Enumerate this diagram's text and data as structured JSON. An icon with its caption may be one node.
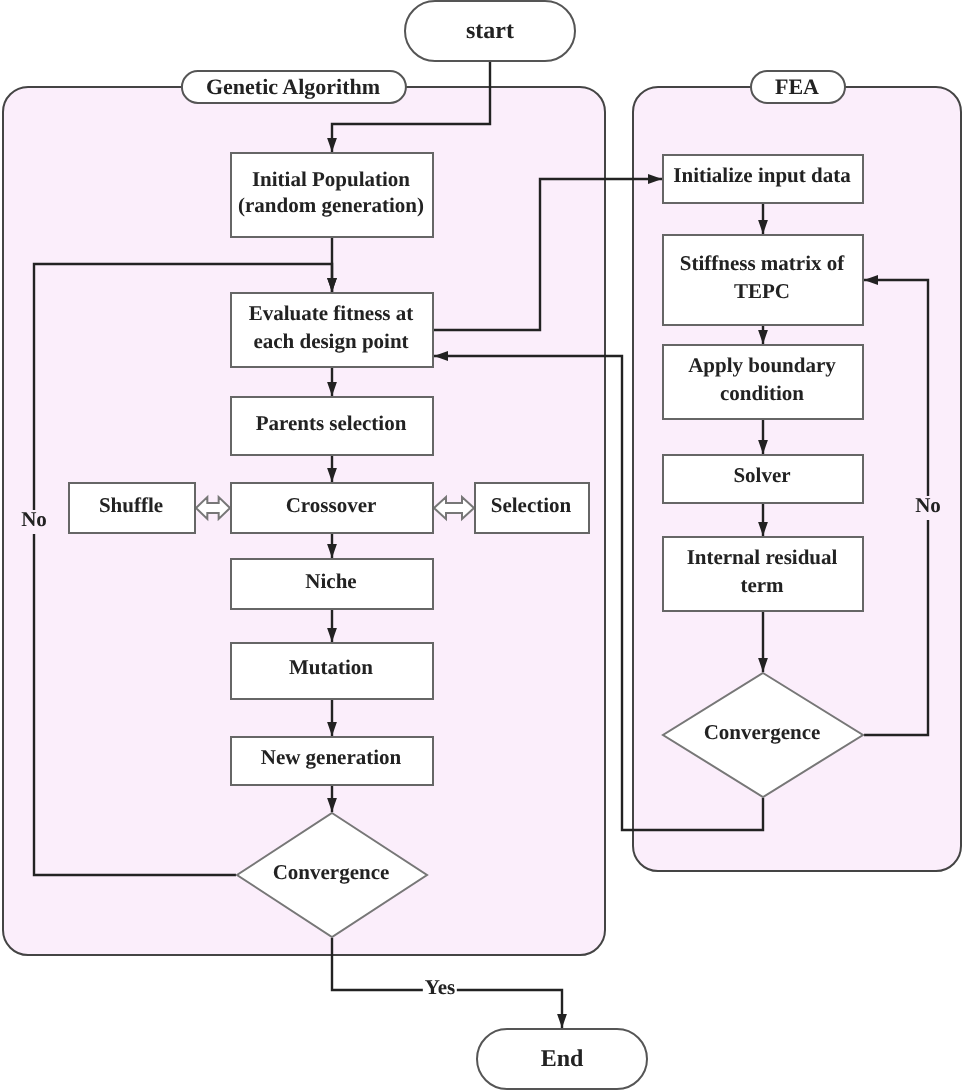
{
  "diagram": {
    "nodes": [
      {
        "text": [
          "start"
        ]
      },
      {
        "text": [
          "Genetic Algorithm"
        ]
      },
      {
        "text": [
          "Initial Population (random generation)"
        ],
        "in": 1
      },
      {
        "text": [
          "Evaluate fitness at each design point"
        ],
        "in": 1
      },
      {
        "text": [
          "Parents selection"
        ],
        "in": 1
      },
      {
        "text": [
          "Shuffle"
        ],
        "in": 1
      },
      {
        "text": [
          "Crossover"
        ],
        "in": 1
      },
      {
        "text": [
          "Selection"
        ],
        "in": 1
      },
      {
        "text": [
          "Niche"
        ],
        "in": 1
      },
      {
        "text": [
          "Mutation"
        ],
        "in": 1
      },
      {
        "text": [
          "New generation"
        ],
        "in": 1
      },
      {
        "text": [
          "Convergence"
        ],
        "in": 1
      },
      {
        "text": [
          "FEA"
        ]
      },
      {
        "text": [
          "Initialize input data"
        ],
        "in": 12
      },
      {
        "text": [
          "Stiffness matrix of TEPC"
        ],
        "in": 12
      },
      {
        "text": [
          "Apply boundary condition"
        ],
        "in": 12
      },
      {
        "text": [
          "Solver"
        ],
        "in": 12
      },
      {
        "text": [
          "Internal residual term"
        ],
        "in": 12
      },
      {
        "text": [
          "Convergence"
        ],
        "in": 12
      },
      {
        "text": [
          "End"
        ]
      }
    ],
    "edges": [
      {
        "from": 0,
        "to": 2,
        "arrow": "to"
      },
      {
        "from": 2,
        "to": 3,
        "arrow": "to"
      },
      {
        "from": 3,
        "to": 13,
        "arrow": "to"
      },
      {
        "from": 3,
        "to": 4,
        "arrow": "to"
      },
      {
        "from": 4,
        "to": 6,
        "arrow": "to"
      },
      {
        "from": 6,
        "to": 5,
        "arrow": "both",
        "style": "thick",
        "color": "#777777"
      },
      {
        "from": 6,
        "to": 7,
        "arrow": "both",
        "style": "thick",
        "color": "#777777"
      },
      {
        "from": 6,
        "to": 8,
        "arrow": "to"
      },
      {
        "from": 8,
        "to": 9,
        "arrow": "to"
      },
      {
        "from": 9,
        "to": 10,
        "arrow": "to"
      },
      {
        "from": 10,
        "to": 11,
        "arrow": "to"
      },
      {
        "from": 11,
        "to": 3,
        "arrow": "to",
        "label": "No"
      },
      {
        "from": 11,
        "to": 19,
        "arrow": "to",
        "label": "Yes"
      },
      {
        "from": 13,
        "to": 14,
        "arrow": "to"
      },
      {
        "from": 14,
        "to": 15,
        "arrow": "to"
      },
      {
        "from": 15,
        "to": 16,
        "arrow": "to"
      },
      {
        "from": 16,
        "to": 17,
        "arrow": "to"
      },
      {
        "from": 17,
        "to": 18,
        "arrow": "to"
      },
      {
        "from": 18,
        "to": 14,
        "arrow": "to",
        "label": "No"
      },
      {
        "from": 18,
        "to": 3,
        "arrow": "to"
      }
    ]
  }
}
